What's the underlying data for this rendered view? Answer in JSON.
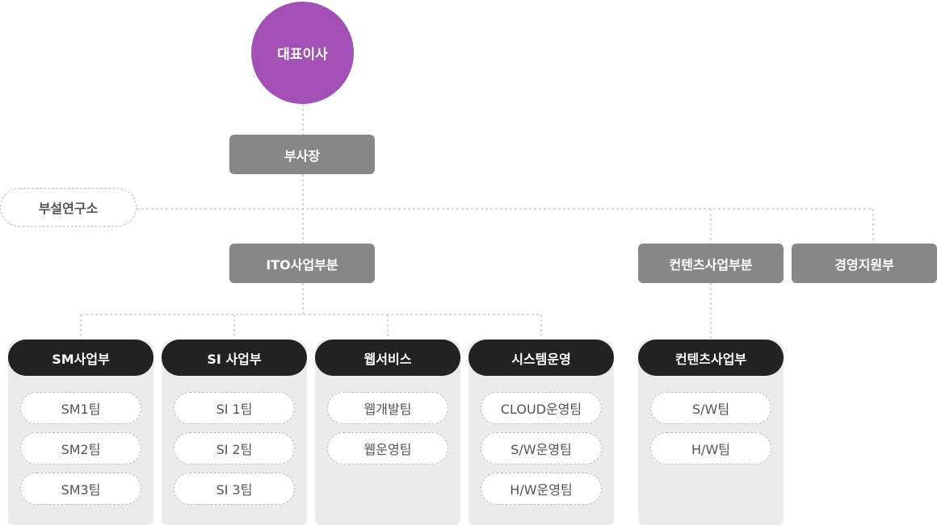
{
  "ceo": "대표이사",
  "vice_president": "부사장",
  "research_lab": "부설연구소",
  "divisions": {
    "ito": "ITO사업부분",
    "contents": "컨텐츠사업부분",
    "management": "경영지원부"
  },
  "departments": [
    {
      "name": "SM사업부",
      "teams": [
        "SM1팀",
        "SM2팀",
        "SM3팀"
      ]
    },
    {
      "name": "SI 사업부",
      "teams": [
        "SI 1팀",
        "SI 2팀",
        "SI 3팀"
      ]
    },
    {
      "name": "웹서비스",
      "teams": [
        "웹개발팀",
        "웹운영팀"
      ]
    },
    {
      "name": "시스템운영",
      "teams": [
        "CLOUD운영팀",
        "S/W운영팀",
        "H/W운영팀"
      ]
    },
    {
      "name": "컨텐츠사업부",
      "teams": [
        "S/W팀",
        "H/W팀"
      ]
    }
  ],
  "colors": {
    "ceo": "#a350b5",
    "division_box": "#878787",
    "department_header": "#222222",
    "department_bg": "#ebebeb",
    "connector": "#b3b3b3"
  }
}
